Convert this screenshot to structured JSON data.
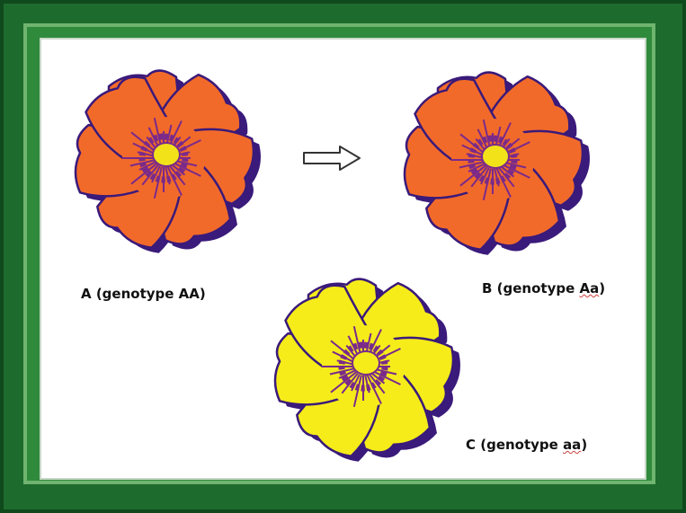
{
  "figure": {
    "flowers": [
      {
        "id": "A",
        "label_prefix": "A (genotype ",
        "genotype": "AA",
        "label_suffix": ")",
        "petal_color": "#f26a2a",
        "shadow_color": "#3a1a7a",
        "center_color": "#f2e21a",
        "stamen_color": "#7a2a8a"
      },
      {
        "id": "B",
        "label_prefix": "B (genotype ",
        "genotype": "Aa",
        "label_suffix": ")",
        "petal_color": "#f26a2a",
        "shadow_color": "#3a1a7a",
        "center_color": "#f2e21a",
        "stamen_color": "#7a2a8a"
      },
      {
        "id": "C",
        "label_prefix": "C (genotype ",
        "genotype": "aa",
        "label_suffix": ")",
        "petal_color": "#f5ec1a",
        "shadow_color": "#3a1a7a",
        "center_color": "#f5ec1a",
        "stamen_color": "#7a2a8a"
      }
    ],
    "arrow_icon": "right-arrow-icon",
    "frame_colors": {
      "outer": "#1e6b2e",
      "inner": "#6fb46f",
      "panel": "#ffffff"
    }
  }
}
